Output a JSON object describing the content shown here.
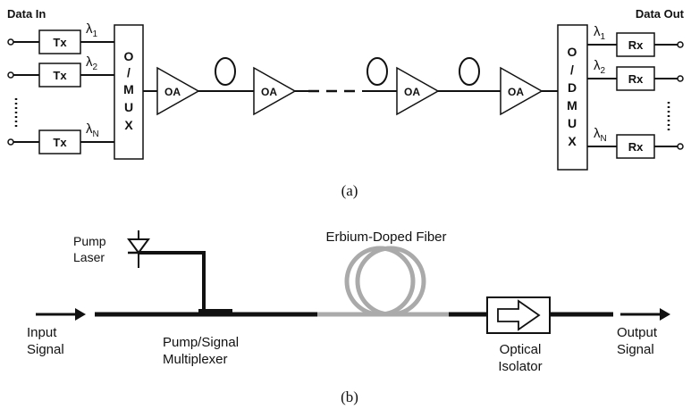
{
  "diagram_a": {
    "caption": "(a)",
    "data_in": "Data In",
    "data_out": "Data Out",
    "tx_label": "Tx",
    "rx_label": "Rx",
    "mux_letters": [
      "O",
      "/",
      "M",
      "U",
      "X"
    ],
    "demux_letters": [
      "O",
      "/",
      "D",
      "M",
      "U",
      "X"
    ],
    "amp_label": "OA",
    "lambda_sym": "λ",
    "channel_subs": [
      "1",
      "2",
      "N"
    ]
  },
  "diagram_b": {
    "caption": "(b)",
    "pump_laser": [
      "Pump",
      "Laser"
    ],
    "input_signal": [
      "Input",
      "Signal"
    ],
    "output_signal": [
      "Output",
      "Signal"
    ],
    "edf": "Erbium-Doped Fiber",
    "multiplexer": [
      "Pump/Signal",
      "Multiplexer"
    ],
    "isolator": [
      "Optical",
      "Isolator"
    ]
  },
  "colors": {
    "line": "#111111",
    "fiber_gray": "#aaaaaa"
  }
}
